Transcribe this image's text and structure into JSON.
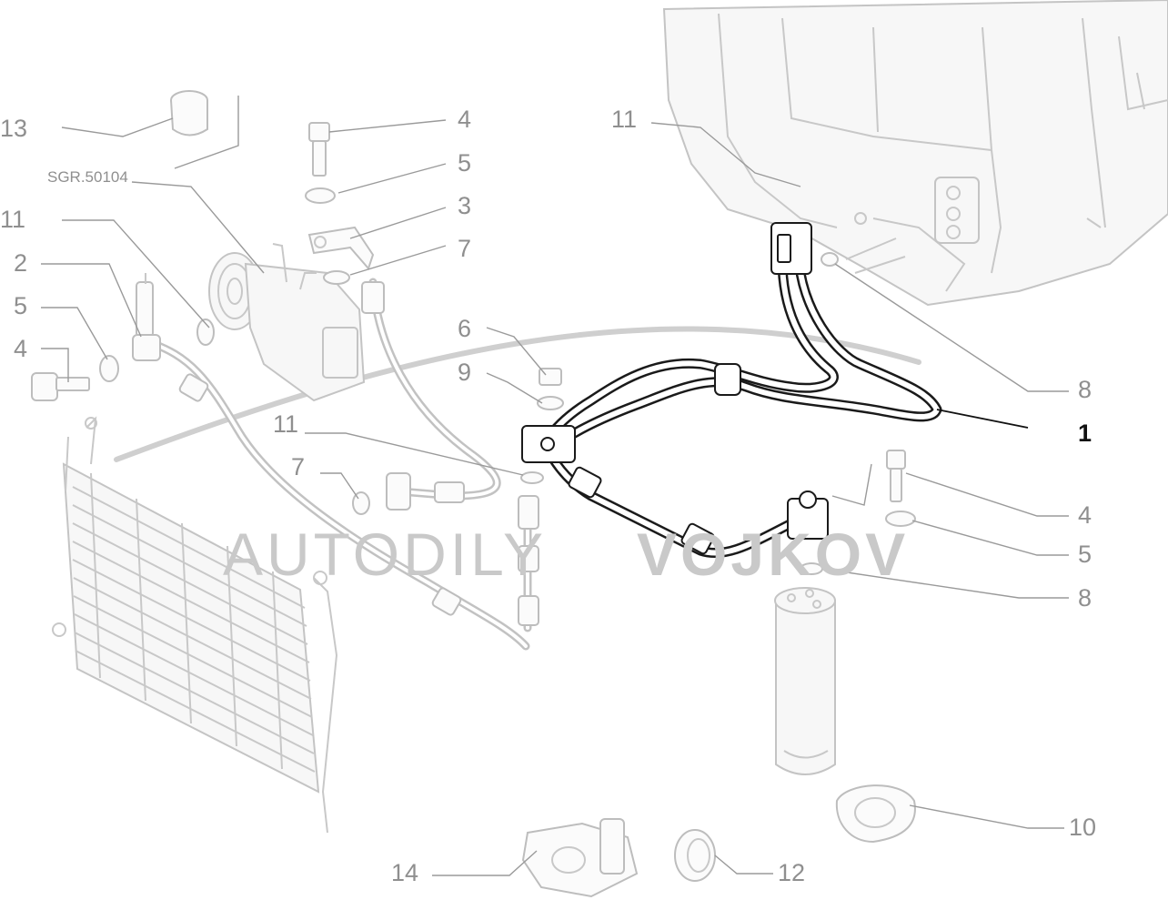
{
  "reference_code": "SGR.50104",
  "watermark": {
    "light": "AUTODILY",
    "bold": "VOJKOV"
  },
  "callouts": {
    "c1": "1",
    "c2": "2",
    "c3": "3",
    "c4a": "4",
    "c4b": "4",
    "c4c": "4",
    "c5a": "5",
    "c5b": "5",
    "c5c": "5",
    "c6": "6",
    "c7a": "7",
    "c7b": "7",
    "c8a": "8",
    "c8b": "8",
    "c9": "9",
    "c10": "10",
    "c11a": "11",
    "c11b": "11",
    "c11c": "11",
    "c12": "12",
    "c13": "13",
    "c14": "14"
  }
}
